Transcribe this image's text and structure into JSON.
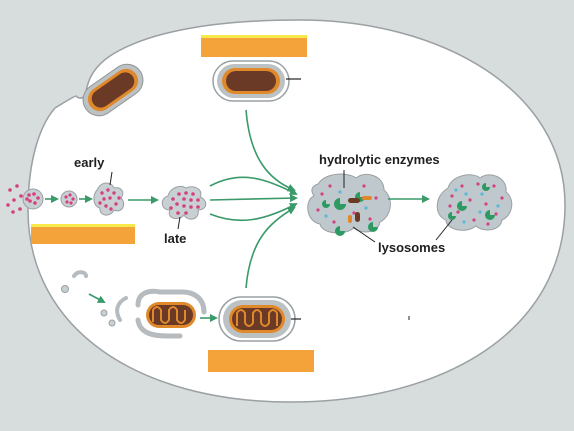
{
  "labels": {
    "early": "early",
    "late": "late",
    "hydrolytic_enzymes": "hydrolytic enzymes",
    "lysosomes": "lysosomes"
  },
  "colors": {
    "background": "#d7dcdd",
    "cell": "#ffffff",
    "arrow": "#3a9a6a",
    "label_box": "#f4a23a",
    "label_box_highlight": "#f7e94a",
    "dots": "#d3417f",
    "cargo_brown": "#6b3a26",
    "cargo_orange": "#e0892a",
    "membrane_gray": "#a8adaf",
    "vesicle_fill": "#bfc8cc",
    "enzyme_green": "#2d9a62",
    "enzyme_blue": "#5ab8d8"
  }
}
